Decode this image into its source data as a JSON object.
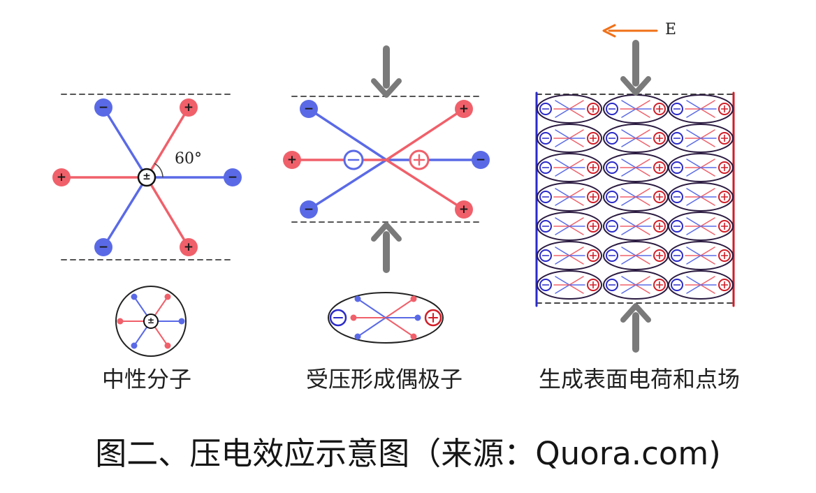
{
  "panels": [
    {
      "caption": "中性分子",
      "angle_label": "60°"
    },
    {
      "caption": "受压形成偶极子"
    },
    {
      "caption": "生成表面电荷和点场",
      "field_label": "E"
    }
  ],
  "figure_title": "图二、压电效应示意图（来源：Quora.com)",
  "colors": {
    "negative": "#5a6ae6",
    "positive": "#f0606a",
    "negative_dark": "#2a2ac8",
    "positive_dark": "#d01e28",
    "arrow": "#7a7a7a",
    "field_arrow": "#f07018"
  },
  "symbols": {
    "plus": "+",
    "minus": "−",
    "plus_minus": "±"
  }
}
